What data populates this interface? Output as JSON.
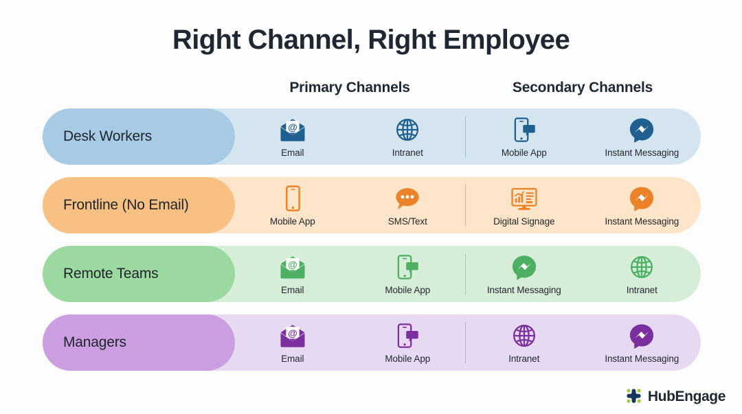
{
  "title": "Right Channel, Right Employee",
  "columns": {
    "primary": "Primary Channels",
    "secondary": "Secondary Channels"
  },
  "rows": [
    {
      "label": "Desk Workers",
      "pill_color": "#a8cbe5",
      "band_color": "#d5e5f0",
      "icon_color": "#1f6090",
      "divider_color": "#9fc3d8",
      "primary": [
        {
          "label": "Email",
          "icon": "email-icon"
        },
        {
          "label": "Intranet",
          "icon": "globe-icon"
        }
      ],
      "secondary": [
        {
          "label": "Mobile App",
          "icon": "mobile-app-icon"
        },
        {
          "label": "Instant Messaging",
          "icon": "instant-messaging-icon"
        }
      ]
    },
    {
      "label": "Frontline (No Email)",
      "pill_color": "#f8c183",
      "band_color": "#fce5c8",
      "icon_color": "#ec8227",
      "divider_color": "#e5b583",
      "primary": [
        {
          "label": "Mobile App",
          "icon": "mobile-phone-icon"
        },
        {
          "label": "SMS/Text",
          "icon": "sms-icon"
        }
      ],
      "secondary": [
        {
          "label": "Digital Signage",
          "icon": "digital-signage-icon"
        },
        {
          "label": "Instant Messaging",
          "icon": "instant-messaging-icon"
        }
      ]
    },
    {
      "label": "Remote Teams",
      "pill_color": "#9bd9a1",
      "band_color": "#d6edd8",
      "icon_color": "#4caf62",
      "divider_color": "#a7cfab",
      "primary": [
        {
          "label": "Email",
          "icon": "email-icon"
        },
        {
          "label": "Mobile App",
          "icon": "mobile-app-icon"
        }
      ],
      "secondary": [
        {
          "label": "Instant Messaging",
          "icon": "instant-messaging-icon"
        },
        {
          "label": "Intranet",
          "icon": "globe-icon"
        }
      ]
    },
    {
      "label": "Managers",
      "pill_color": "#ca9ee0",
      "band_color": "#e8d9f3",
      "icon_color": "#7b2f9e",
      "divider_color": "#c3a6d6",
      "primary": [
        {
          "label": "Email",
          "icon": "email-icon"
        },
        {
          "label": "Mobile App",
          "icon": "mobile-app-icon"
        }
      ],
      "secondary": [
        {
          "label": "Intranet",
          "icon": "globe-icon"
        },
        {
          "label": "Instant Messaging",
          "icon": "instant-messaging-icon"
        }
      ]
    }
  ],
  "logo": {
    "text": "HubEngage",
    "mark": "hubengage-star-icon",
    "mark_color": "#15375c",
    "dot_color": "#a5c73f"
  }
}
